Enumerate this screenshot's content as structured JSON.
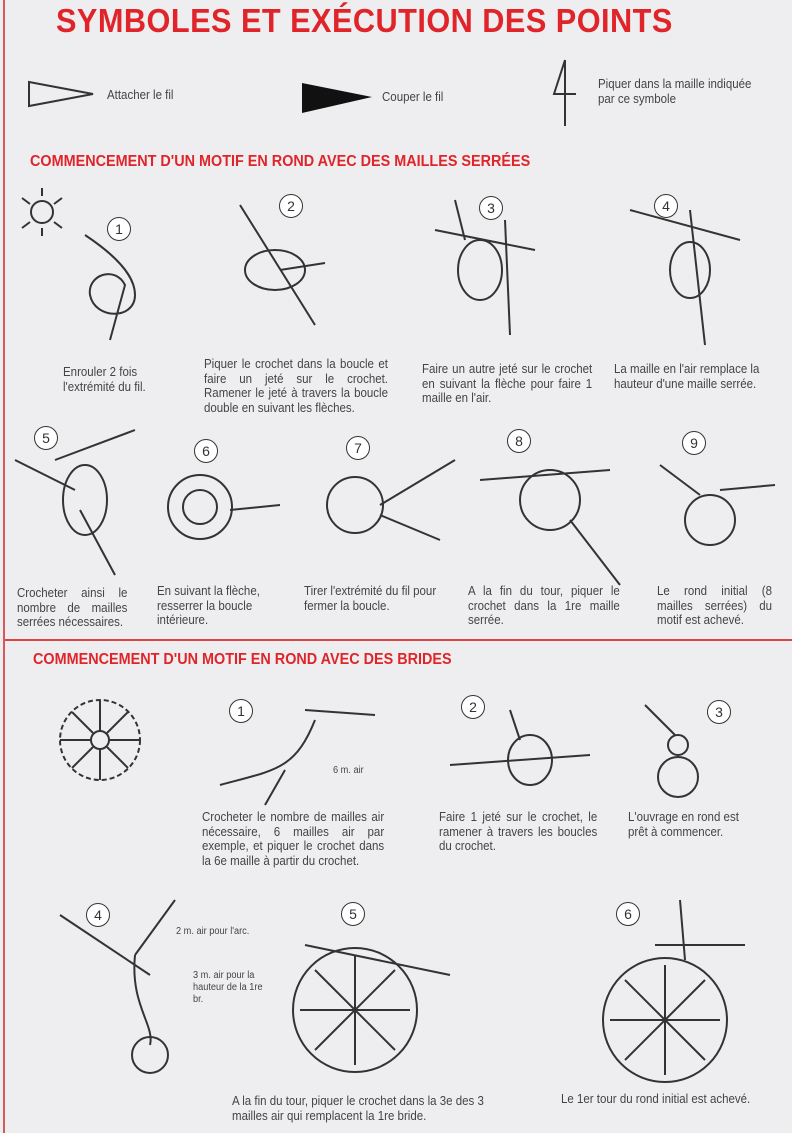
{
  "title": "SYMBOLES ET EXÉCUTION DES POINTS",
  "symbols": [
    {
      "icon": "outline-triangle-icon",
      "label": "Attacher le fil"
    },
    {
      "icon": "filled-triangle-icon",
      "label": "Couper le fil"
    },
    {
      "icon": "hook-insert-symbol-icon",
      "label": "Piquer dans la maille indiquée par ce symbole"
    }
  ],
  "section1": {
    "heading": "COMMENCEMENT D'UN MOTIF EN ROND AVEC DES MAILLES SERRÉES",
    "steps": [
      {
        "n": "1",
        "text": "Enrouler 2 fois l'extrémité du fil."
      },
      {
        "n": "2",
        "text": "Piquer le crochet dans la boucle et faire un jeté sur le crochet. Ramener le jeté à travers la boucle double en suivant les flèches."
      },
      {
        "n": "3",
        "text": "Faire un autre jeté sur le crochet en suivant la flèche pour faire 1 maille en l'air."
      },
      {
        "n": "4",
        "text": "La maille en l'air remplace la hauteur d'une maille serrée."
      },
      {
        "n": "5",
        "text": "Crocheter ainsi le nombre de mailles serrées nécessaires."
      },
      {
        "n": "6",
        "text": "En suivant la flèche, resserrer la boucle intérieure."
      },
      {
        "n": "7",
        "text": "Tirer l'extrémité du fil pour fermer la boucle."
      },
      {
        "n": "8",
        "text": "A la fin du tour, piquer le crochet dans la 1re maille serrée."
      },
      {
        "n": "9",
        "text": "Le rond initial (8 mailles serrées) du motif est achevé."
      }
    ]
  },
  "section2": {
    "heading": "COMMENCEMENT D'UN MOTIF EN ROND AVEC DES BRIDES",
    "steps": [
      {
        "n": "1",
        "text": "Crocheter le nombre de mailles air nécessaire, 6 mailles air par exemple, et piquer le crochet dans la 6e maille à partir du crochet.",
        "label": "6 m. air"
      },
      {
        "n": "2",
        "text": "Faire 1 jeté sur le crochet, le ramener à travers les boucles du crochet."
      },
      {
        "n": "3",
        "text": "L'ouvrage en rond est prêt à commencer."
      },
      {
        "n": "4",
        "label1": "2 m. air pour l'arc.",
        "label2": "3 m. air pour la hauteur de la 1re br."
      },
      {
        "n": "5",
        "text": "A la fin du tour, piquer le crochet dans la 3e des 3 mailles air qui remplacent la 1re bride."
      },
      {
        "n": "6",
        "text": "Le 1er tour du rond initial est achevé."
      }
    ]
  }
}
